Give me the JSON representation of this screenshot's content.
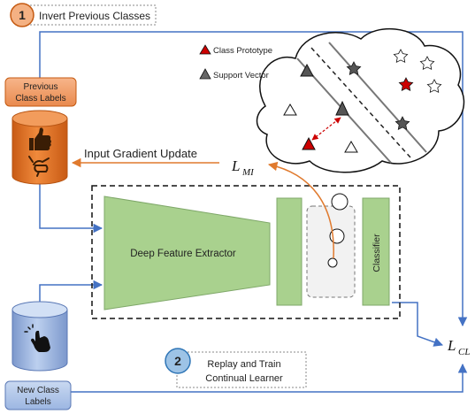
{
  "step1": {
    "number": "1",
    "label": "Invert Previous Classes"
  },
  "step2": {
    "number": "2",
    "line1": "Replay and Train",
    "line2": "Continual Learner"
  },
  "prev_labels": {
    "line1": "Previous",
    "line2": "Class Labels"
  },
  "new_labels": {
    "line1": "New Class",
    "line2": "Labels"
  },
  "legend": {
    "prototype": "Class Prototype",
    "support": "Support Vector"
  },
  "input_gradient": "Input Gradient Update",
  "loss_mi": {
    "main": "L",
    "sub": "MI"
  },
  "loss_cl": {
    "main": "L",
    "sub": "CL"
  },
  "extractor": "Deep Feature Extractor",
  "classifier": "Classifier",
  "icons": {
    "thumbs": "thumbs-up-icon",
    "hand_sign": "shaka-hand-icon",
    "tap": "tap-hand-icon"
  },
  "colors": {
    "orange": "#e2701f",
    "orange_dark": "#b85513",
    "green": "#a9d18e",
    "blue_cyl": "#8faadc",
    "blue_circle": "#9dc3e6",
    "arrow_blue": "#4472c4",
    "arrow_orange": "#e07a2e",
    "prototype_red": "#cc0000"
  }
}
